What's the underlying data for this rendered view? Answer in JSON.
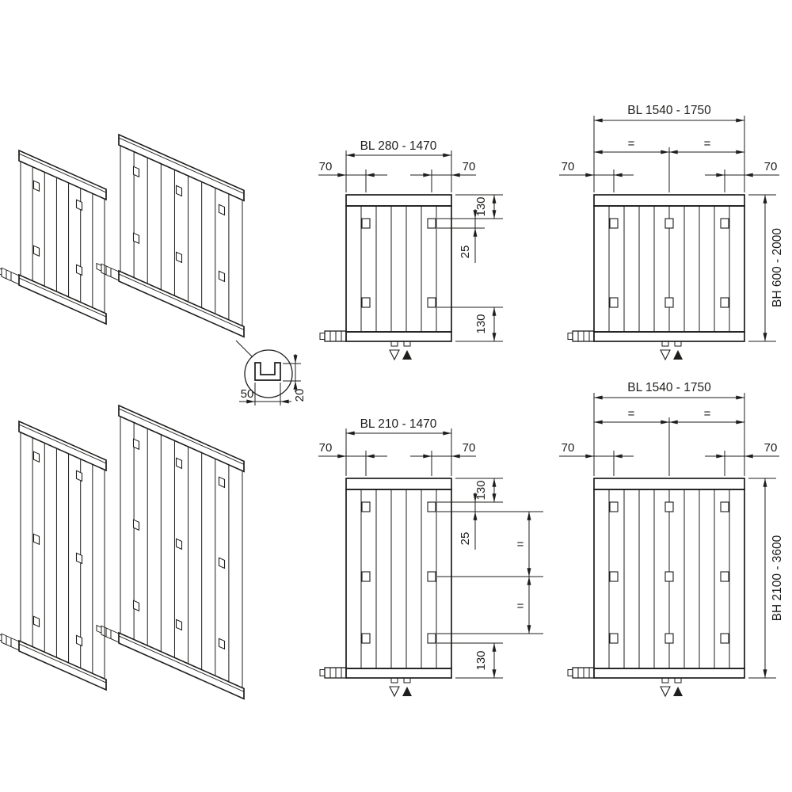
{
  "drawing": {
    "line_color": "#1d1d1b",
    "background": "#ffffff"
  },
  "detail_callout": {
    "profile_width": "50",
    "profile_depth": "20"
  },
  "front_view_top_small": {
    "length_range": "BL 280 - 1470",
    "offset_left": "70",
    "offset_right": "70",
    "spacing_top": "130",
    "bracket": "25",
    "spacing_bottom": "130"
  },
  "front_view_top_wide": {
    "length_range": "BL 1540 - 1750",
    "equal_left": "=",
    "equal_right": "=",
    "offset_left": "70",
    "offset_right": "70",
    "height_range": "BH 600 - 2000"
  },
  "front_view_bottom_small": {
    "length_range": "BL 210 - 1470",
    "offset_left": "70",
    "offset_right": "70",
    "spacing_top": "130",
    "bracket": "25",
    "equal_upper": "=",
    "equal_lower": "=",
    "spacing_bottom": "130"
  },
  "front_view_bottom_wide": {
    "length_range": "BL 1540 - 1750",
    "equal_left": "=",
    "equal_right": "=",
    "offset_left": "70",
    "offset_right": "70",
    "height_range": "BH 2100 - 3600"
  }
}
